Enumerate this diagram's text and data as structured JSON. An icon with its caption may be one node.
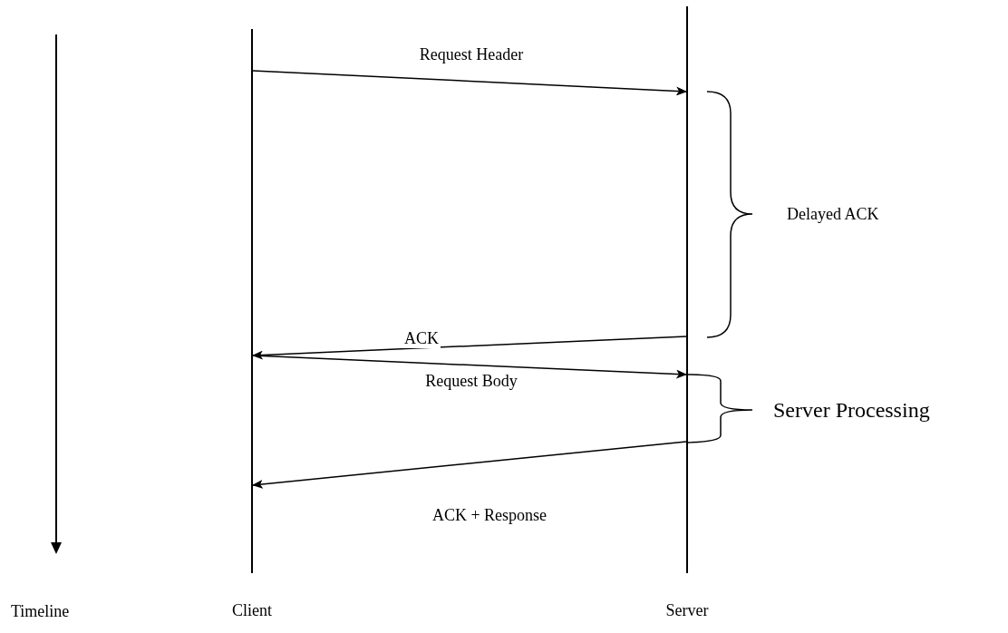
{
  "diagram": {
    "nodes": [
      {
        "text": [
          "Client"
        ]
      },
      {
        "text": [
          "Server"
        ]
      }
    ],
    "edges": [
      {
        "from": 0,
        "to": 1,
        "arrow": "to",
        "label": "Request Header"
      },
      {
        "from": 1,
        "to": 0,
        "arrow": "to",
        "label": "ACK"
      },
      {
        "from": 0,
        "to": 1,
        "arrow": "to",
        "label": "Request Body"
      },
      {
        "from": 1,
        "to": 0,
        "arrow": "to",
        "label": "ACK + Response"
      }
    ],
    "labels": [
      "Delayed ACK",
      "Server Processing",
      "Timeline"
    ]
  }
}
